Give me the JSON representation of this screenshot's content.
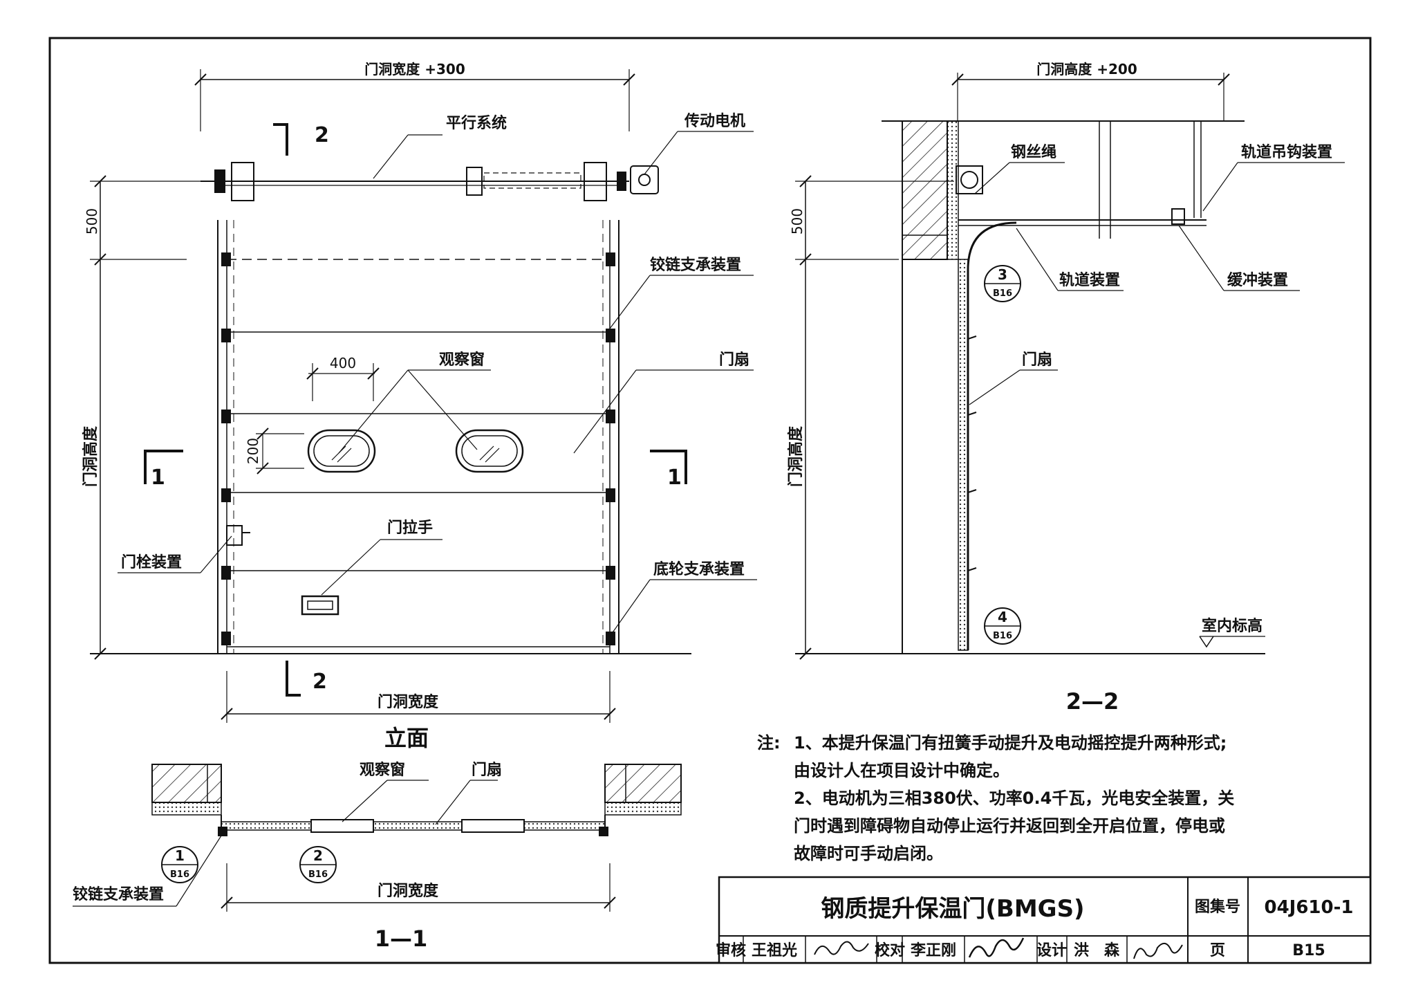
{
  "elevation": {
    "dim_top": "门洞宽度 +300",
    "dim_bottom": "门洞宽度",
    "dim_left_500": "500",
    "dim_left_height": "门洞高度",
    "dim_window_w": "400",
    "dim_window_h": "200",
    "section_2_top": "2",
    "section_2_bottom": "2",
    "section_1_left": "1",
    "section_1_right": "1",
    "labels": {
      "parallel_system": "平行系统",
      "drive_motor": "传动电机",
      "hinge_support": "铰链支承装置",
      "viewing_window": "观察窗",
      "door_leaf": "门扇",
      "door_handle": "门拉手",
      "latch": "门栓装置",
      "bottom_wheel": "底轮支承装置"
    },
    "title": "立面"
  },
  "section22": {
    "dim_top": "门洞高度 +200",
    "dim_500": "500",
    "dim_height": "门洞高度",
    "labels": {
      "wire_rope": "钢丝绳",
      "track_hook": "轨道吊钩装置",
      "track": "轨道装置",
      "buffer": "缓冲装置",
      "door_leaf": "门扇",
      "floor": "室内标高"
    },
    "bubble3": {
      "num": "3",
      "ref": "B16"
    },
    "bubble4": {
      "num": "4",
      "ref": "B16"
    },
    "title": "2—2"
  },
  "section11": {
    "labels": {
      "viewing_window": "观察窗",
      "door_leaf": "门扇",
      "hinge_support": "铰链支承装置"
    },
    "dim_width": "门洞宽度",
    "bubble1": {
      "num": "1",
      "ref": "B16"
    },
    "bubble2": {
      "num": "2",
      "ref": "B16"
    },
    "title": "1—1"
  },
  "notes": {
    "prefix": "注:",
    "line1": "1、本提升保温门有扭簧手动提升及电动摇控提升两种形式;",
    "line2": "由设计人在项目设计中确定。",
    "line3": "2、电动机为三相380伏、功率0.4千瓦，光电安全装置，关",
    "line4": "门时遇到障碍物自动停止运行并返回到全开启位置，停电或",
    "line5": "故障时可手动启闭。"
  },
  "title_block": {
    "drawing_title": "钢质提升保温门(BMGS)",
    "atlas_label": "图集号",
    "atlas_no": "04J610-1",
    "review_label": "审核",
    "reviewer": "王祖光",
    "check_label": "校对",
    "checker": "李正刚",
    "design_label": "设计",
    "designer": "洪　森",
    "page_label": "页",
    "page_no": "B15"
  }
}
